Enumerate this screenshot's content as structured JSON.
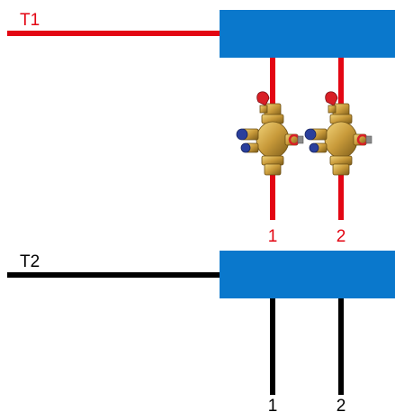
{
  "colors": {
    "supply": "#e30613",
    "return": "#000000",
    "manifold": "#0a78cc",
    "valve_brass": "#c89a3a",
    "valve_knob": "#d81f26",
    "valve_cap": "#2a3f9c"
  },
  "supply": {
    "label": "T1",
    "outlets": [
      "1",
      "2"
    ],
    "valve_icon": "balancing-valve-icon"
  },
  "return": {
    "label": "T2",
    "outlets": [
      "1",
      "2"
    ]
  }
}
